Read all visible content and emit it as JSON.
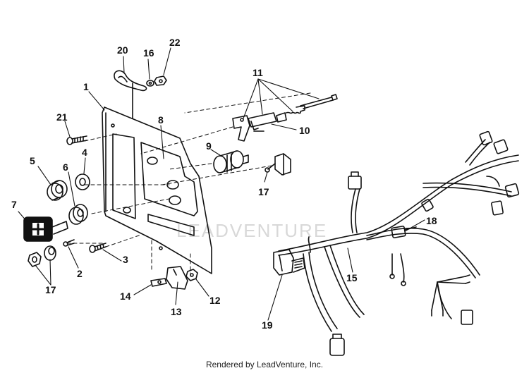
{
  "callouts": {
    "c1": "1",
    "c2": "2",
    "c3": "3",
    "c4": "4",
    "c5": "5",
    "c6": "6",
    "c7": "7",
    "c8": "8",
    "c9": "9",
    "c10": "10",
    "c11": "11",
    "c12": "12",
    "c13": "13",
    "c14": "14",
    "c15": "15",
    "c16": "16",
    "c17a": "17",
    "c17b": "17",
    "c18": "18",
    "c19": "19",
    "c20": "20",
    "c21": "21",
    "c22": "22"
  },
  "watermark": "LEADVENTURE",
  "footer": "Rendered by LeadVenture, Inc."
}
